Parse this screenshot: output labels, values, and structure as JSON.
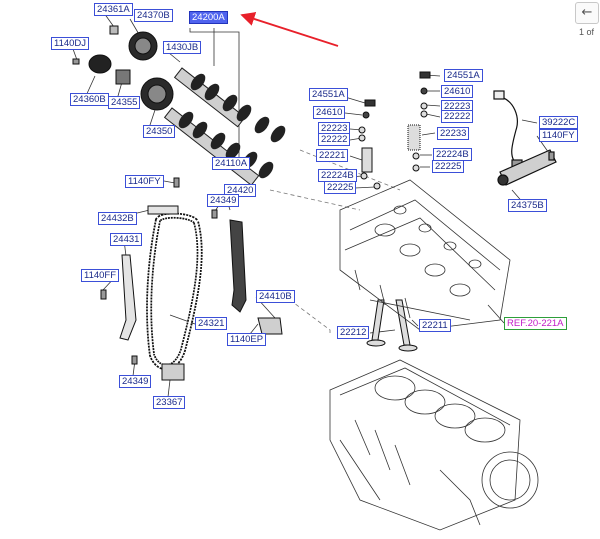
{
  "labels": {
    "p24361a": "24361A",
    "p24370b": "24370B",
    "p24200a": "24200A",
    "p1140dj": "1140DJ",
    "p1430jb": "1430JB",
    "p24360b": "24360B",
    "p24355": "24355",
    "p24350": "24350",
    "p24110a": "24110A",
    "p24551a_l": "24551A",
    "p24551a_r": "24551A",
    "p24610_l": "24610",
    "p24610_r": "24610",
    "p22223_l": "22223",
    "p22222_l": "22222",
    "p22223_r": "22223",
    "p22222_r": "22222",
    "p22233": "22233",
    "p22221": "22221",
    "p22224b_l": "22224B",
    "p22225_l": "22225",
    "p22224b_r": "22224B",
    "p22225_r": "22225",
    "p39222c": "39222C",
    "p1140fy_r": "1140FY",
    "p24375b": "24375B",
    "p1140fy_l": "1140FY",
    "p24420": "24420",
    "p24432b": "24432B",
    "p24349_t": "24349",
    "p24431": "24431",
    "p1140ff": "1140FF",
    "p24410b": "24410B",
    "p24321": "24321",
    "p1140ep": "1140EP",
    "p22212": "22212",
    "p22211": "22211",
    "p24349_b": "24349",
    "p23367": "23367"
  },
  "ref_label": "REF.20-221A",
  "nav": {
    "icon": "arrow-left-icon",
    "glyph": "←",
    "text": "1 of"
  },
  "colors": {
    "label_border": "#3b4fd8",
    "label_selected": "#4f63ee",
    "pointer_arrow": "#e8202a",
    "ref_border": "#2e9e3a",
    "ref_text": "#c21cc7"
  }
}
